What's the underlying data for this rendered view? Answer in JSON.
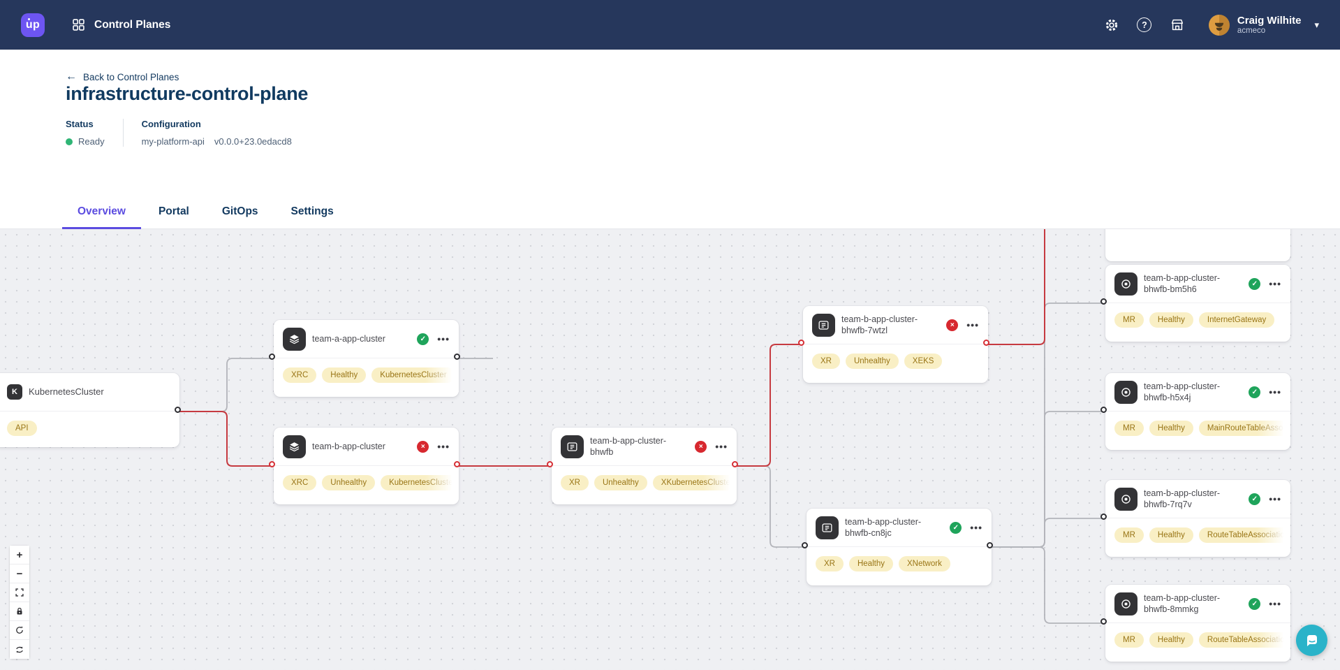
{
  "navbar": {
    "logo": "up",
    "title": "Control Planes",
    "user": {
      "name": "Craig Wilhite",
      "org": "acmeco"
    }
  },
  "header": {
    "back": "Back to Control Planes",
    "title": "infrastructure-control-plane",
    "status": {
      "label": "Status",
      "value": "Ready"
    },
    "configuration": {
      "label": "Configuration",
      "name": "my-platform-api",
      "version": "v0.0.0+23.0edacd8"
    }
  },
  "tabs": [
    {
      "label": "Overview",
      "active": true
    },
    {
      "label": "Portal",
      "active": false
    },
    {
      "label": "GitOps",
      "active": false
    },
    {
      "label": "Settings",
      "active": false
    }
  ],
  "graph": {
    "nodes": [
      {
        "id": "kubernetes-cluster",
        "title": "KubernetesCluster",
        "icon": "k-letter-icon",
        "status": null,
        "badges": [
          "API"
        ]
      },
      {
        "id": "team-a-app-cluster",
        "title": "team-a-app-cluster",
        "icon": "layers-icon",
        "status": "healthy",
        "badges": [
          "XRC",
          "Healthy",
          "KubernetesCluster"
        ]
      },
      {
        "id": "team-b-app-cluster",
        "title": "team-b-app-cluster",
        "icon": "layers-icon",
        "status": "unhealthy",
        "badges": [
          "XRC",
          "Unhealthy",
          "KubernetesCluster"
        ]
      },
      {
        "id": "team-b-app-cluster-bhwfb",
        "title": "team-b-app-cluster-bhwfb",
        "icon": "list-icon",
        "status": "unhealthy",
        "badges": [
          "XR",
          "Unhealthy",
          "XKubernetesCluster"
        ]
      },
      {
        "id": "team-b-app-cluster-bhwfb-7wtzl",
        "title": "team-b-app-cluster-bhwfb-7wtzl",
        "icon": "list-icon",
        "status": "unhealthy",
        "badges": [
          "XR",
          "Unhealthy",
          "XEKS"
        ]
      },
      {
        "id": "team-b-app-cluster-bhwfb-cn8jc",
        "title": "team-b-app-cluster-bhwfb-cn8jc",
        "icon": "list-icon",
        "status": "healthy",
        "badges": [
          "XR",
          "Healthy",
          "XNetwork"
        ]
      },
      {
        "id": "team-b-app-cluster-bhwfb-bm5h6",
        "title": "team-b-app-cluster-bhwfb-bm5h6",
        "icon": "circle-dot-icon",
        "status": "healthy",
        "badges": [
          "MR",
          "Healthy",
          "InternetGateway"
        ]
      },
      {
        "id": "team-b-app-cluster-bhwfb-h5x4j",
        "title": "team-b-app-cluster-bhwfb-h5x4j",
        "icon": "circle-dot-icon",
        "status": "healthy",
        "badges": [
          "MR",
          "Healthy",
          "MainRouteTableAssociation"
        ]
      },
      {
        "id": "team-b-app-cluster-bhwfb-7rq7v",
        "title": "team-b-app-cluster-bhwfb-7rq7v",
        "icon": "circle-dot-icon",
        "status": "healthy",
        "badges": [
          "MR",
          "Healthy",
          "RouteTableAssociation"
        ]
      },
      {
        "id": "team-b-app-cluster-bhwfb-8mmkg",
        "title": "team-b-app-cluster-bhwfb-8mmkg",
        "icon": "circle-dot-icon",
        "status": "healthy",
        "badges": [
          "MR",
          "Healthy",
          "RouteTableAssociation"
        ]
      }
    ],
    "edges": [
      {
        "from": "kubernetes-cluster",
        "to": "team-a-app-cluster",
        "status": "healthy"
      },
      {
        "from": "kubernetes-cluster",
        "to": "team-b-app-cluster",
        "status": "unhealthy"
      },
      {
        "from": "team-a-app-cluster",
        "to": "offscreen",
        "status": "healthy"
      },
      {
        "from": "team-b-app-cluster",
        "to": "team-b-app-cluster-bhwfb",
        "status": "unhealthy"
      },
      {
        "from": "team-b-app-cluster-bhwfb",
        "to": "team-b-app-cluster-bhwfb-7wtzl",
        "status": "unhealthy"
      },
      {
        "from": "team-b-app-cluster-bhwfb",
        "to": "team-b-app-cluster-bhwfb-cn8jc",
        "status": "healthy"
      },
      {
        "from": "team-b-app-cluster-bhwfb-7wtzl",
        "to": "offscreen-top",
        "status": "unhealthy"
      },
      {
        "from": "team-b-app-cluster-bhwfb-cn8jc",
        "to": "team-b-app-cluster-bhwfb-bm5h6",
        "status": "healthy"
      },
      {
        "from": "team-b-app-cluster-bhwfb-cn8jc",
        "to": "team-b-app-cluster-bhwfb-h5x4j",
        "status": "healthy"
      },
      {
        "from": "team-b-app-cluster-bhwfb-cn8jc",
        "to": "team-b-app-cluster-bhwfb-7rq7v",
        "status": "healthy"
      },
      {
        "from": "team-b-app-cluster-bhwfb-cn8jc",
        "to": "team-b-app-cluster-bhwfb-8mmkg",
        "status": "healthy"
      }
    ]
  },
  "controls": {
    "buttons": [
      "zoom-in",
      "zoom-out",
      "fit-view",
      "lock",
      "reset",
      "refresh"
    ]
  },
  "icons": {
    "back_arrow": "←",
    "help_glyph": "?",
    "kebab": "•••",
    "check": "✓",
    "cross": "×",
    "chevron_down": "▾",
    "zoom_in": "+",
    "zoom_out": "−",
    "k_glyph": "K"
  },
  "colors": {
    "navbar": "#26375c",
    "accent_purple": "#5b4ce0",
    "logo_purple": "#6d55f2",
    "healthy_green": "#1fa45b",
    "unhealthy_red": "#d7282f",
    "edge_red": "#c63a40",
    "edge_grey": "#b3b4ba",
    "badge_bg": "#f9efc5",
    "badge_text": "#997516",
    "chat_teal": "#2ab3c9"
  }
}
